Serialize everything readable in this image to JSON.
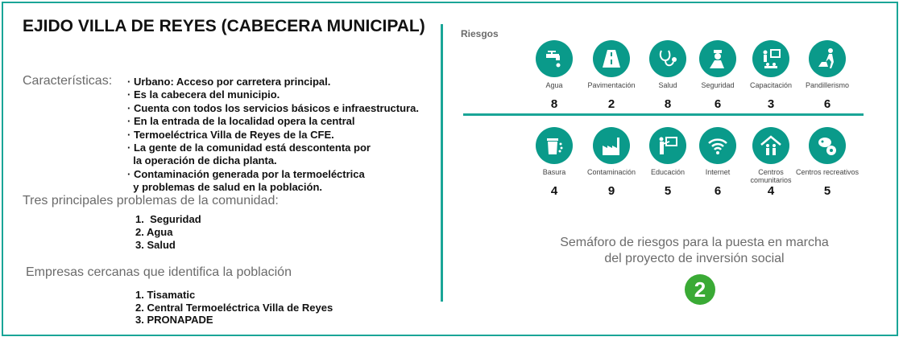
{
  "title": "EJIDO VILLA DE REYES (CABECERA MUNICIPAL)",
  "caracteristicas": {
    "label": "Características:",
    "items": [
      "· Urbano: Acceso por carretera principal.",
      "· Es la cabecera del municipio.",
      "· Cuenta con todos los servicios básicos e infraestructura.",
      "· En la entrada de la localidad opera la central",
      "· Termoeléctrica Villa de Reyes de la CFE.",
      "· La gente de la comunidad está descontenta por",
      "  la operación de dicha planta.",
      "· Contaminación generada por la termoeléctrica",
      "  y problemas de salud en la población."
    ]
  },
  "problemas": {
    "label": "Tres principales problemas de la comunidad:",
    "items": [
      "1.  Seguridad",
      "2. Agua",
      "3. Salud"
    ]
  },
  "empresas": {
    "label": "Empresas cercanas que identifica la población",
    "items": [
      "1. Tisamatic",
      "2. Central Termoeléctrica Villa de Reyes",
      "3. PRONAPADE"
    ]
  },
  "riesgos": {
    "label": "Riesgos",
    "row1": [
      {
        "label": "Agua",
        "value": 8,
        "icon": "faucet-icon"
      },
      {
        "label": "Pavimentación",
        "value": 2,
        "icon": "road-icon"
      },
      {
        "label": "Salud",
        "value": 8,
        "icon": "stethoscope-icon"
      },
      {
        "label": "Seguridad",
        "value": 6,
        "icon": "police-icon"
      },
      {
        "label": "Capacitación",
        "value": 3,
        "icon": "training-icon"
      },
      {
        "label": "Pandillerismo",
        "value": 6,
        "icon": "gang-icon"
      }
    ],
    "row2": [
      {
        "label": "Basura",
        "value": 4,
        "icon": "trash-icon"
      },
      {
        "label": "Contaminación",
        "value": 9,
        "icon": "factory-icon"
      },
      {
        "label": "Educación",
        "value": 5,
        "icon": "teacher-icon"
      },
      {
        "label": "Internet",
        "value": 6,
        "icon": "wifi-icon"
      },
      {
        "label": "Centros comunitarios",
        "value": 4,
        "icon": "community-icon"
      },
      {
        "label": "Centros recreativos",
        "value": 5,
        "icon": "recreation-icon"
      }
    ]
  },
  "semaforo": {
    "line1": "Semáforo de riesgos para la puesta en marcha",
    "line2": "del proyecto de inversión social",
    "score": "2",
    "color": "#3aaa35"
  }
}
